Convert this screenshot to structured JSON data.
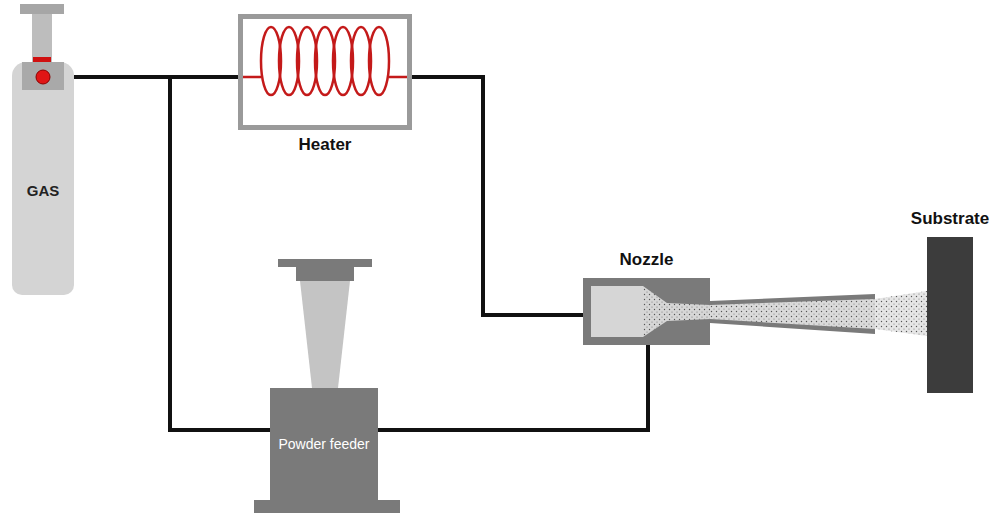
{
  "diagram": {
    "nodes": [
      {
        "text": [
          "GAS"
        ]
      },
      {
        "text": [
          "Heater"
        ]
      },
      {
        "text": [
          "Substrate"
        ]
      },
      {
        "text": [
          "Nozzle"
        ]
      },
      {
        "text": [
          "Powder feeder"
        ]
      }
    ],
    "edges": [
      {
        "from": 0,
        "to": 1,
        "arrow": "none"
      },
      {
        "from": 0,
        "to": 4,
        "arrow": "none"
      },
      {
        "from": 1,
        "to": 3,
        "arrow": "none"
      },
      {
        "from": 4,
        "to": 3,
        "arrow": "none"
      }
    ]
  }
}
